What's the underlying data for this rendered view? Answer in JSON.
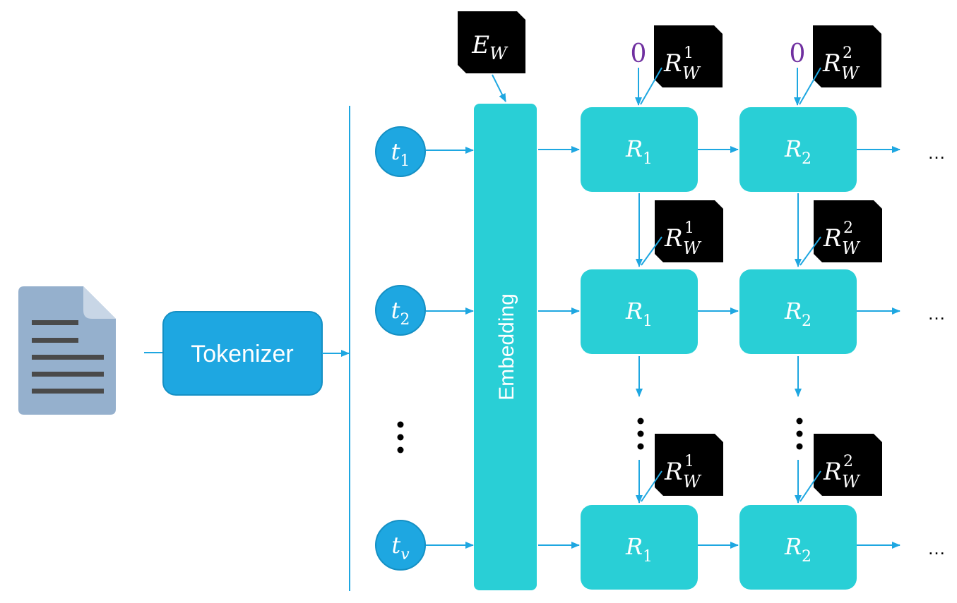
{
  "tokenizer": {
    "label": "Tokenizer"
  },
  "embedding": {
    "label": "Embedding"
  },
  "embedding_weight": {
    "base": "E",
    "sub": "W"
  },
  "tokens": [
    {
      "base": "t",
      "sub": "1"
    },
    {
      "base": "t",
      "sub": "2"
    },
    {
      "base": "t",
      "sub": "v"
    }
  ],
  "ellipsis": {
    "horizontal": "…"
  },
  "initial_state": {
    "label": "0"
  },
  "layers": [
    {
      "block": {
        "base": "R",
        "sub": "1"
      },
      "weight": {
        "base": "R",
        "sup": "1",
        "sub": "W"
      }
    },
    {
      "block": {
        "base": "R",
        "sub": "2"
      },
      "weight": {
        "base": "R",
        "sup": "2",
        "sub": "W"
      }
    }
  ],
  "colors": {
    "arrow": "#1ea7e1",
    "token_fill": "#1ea7e1",
    "tokenizer_fill": "#1ea7e1",
    "block_fill": "#29cfd6",
    "weight_fill": "#000000",
    "initial_state_text": "#7030a0",
    "document_fill": "#95b0cd",
    "document_lines": "#4a4a4a"
  }
}
